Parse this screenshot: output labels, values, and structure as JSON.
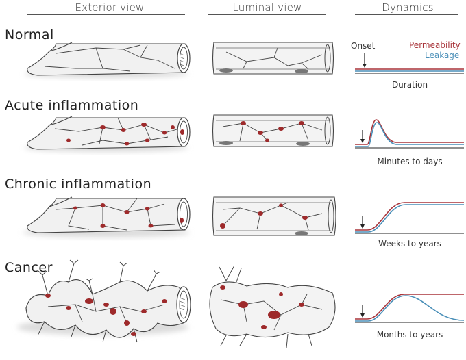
{
  "columns": {
    "exterior": "Exterior view",
    "luminal": "Luminal view",
    "dynamics": "Dynamics"
  },
  "rows": [
    {
      "label": "Normal",
      "caption": "Duration"
    },
    {
      "label": "Acute inflammation",
      "caption": "Minutes to days"
    },
    {
      "label": "Chronic inflammation",
      "caption": "Weeks to years"
    },
    {
      "label": "Cancer",
      "caption": "Months to years"
    }
  ],
  "legend": {
    "permeability": "Permeability",
    "leakage": "Leakage",
    "onset": "Onset"
  },
  "colors": {
    "permeability": "#a8343a",
    "leakage": "#4a8fb8",
    "lesion": "#9e2a2b",
    "vessel_fill": "#f0f0f0",
    "outline": "#444444"
  }
}
